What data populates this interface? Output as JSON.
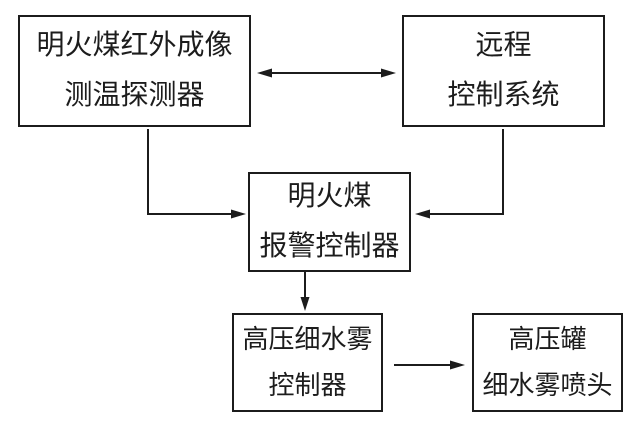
{
  "diagram": {
    "type": "flowchart",
    "colors": {
      "line": "#1c1c1c",
      "background": "#ffffff"
    },
    "boxes": {
      "detector": {
        "line1": "明火煤红外成像",
        "line2": "测温探测器"
      },
      "remote": {
        "line1": "远程",
        "line2": "控制系统"
      },
      "alarm": {
        "line1": "明火煤",
        "line2": "报警控制器"
      },
      "mist_controller": {
        "line1": "高压细水雾",
        "line2": "控制器"
      },
      "tank_nozzle": {
        "line1": "高压罐",
        "line2": "细水雾喷头"
      }
    },
    "connections": [
      {
        "from": "detector",
        "to": "remote",
        "type": "bidirectional"
      },
      {
        "from": "detector",
        "to": "alarm",
        "type": "arrow"
      },
      {
        "from": "remote",
        "to": "alarm",
        "type": "arrow"
      },
      {
        "from": "alarm",
        "to": "mist_controller",
        "type": "arrow"
      },
      {
        "from": "mist_controller",
        "to": "tank_nozzle",
        "type": "arrow"
      }
    ]
  }
}
